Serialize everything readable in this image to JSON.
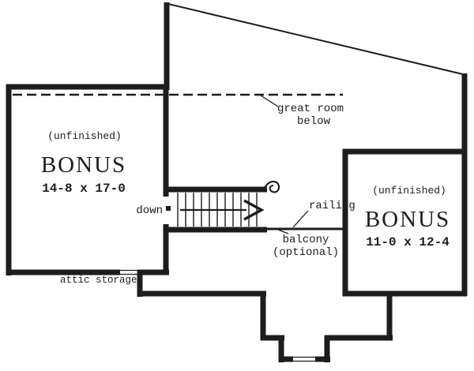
{
  "colors": {
    "ink": "#1d1d1d",
    "paper": "#ffffff"
  },
  "rooms": {
    "bonus_left": {
      "status": "(unfinished)",
      "name": "BONUS",
      "dims": "14-8 x 17-0"
    },
    "bonus_right": {
      "status": "(unfinished)",
      "name": "BONUS",
      "dims": "11-0 x 12-4"
    }
  },
  "annotations": {
    "great_room_line1": "great room",
    "great_room_line2": "below",
    "down_label": "down",
    "railing_label": "railing",
    "balcony_line1": "balcony",
    "balcony_line2": "(optional)",
    "attic_label": "attic storage"
  }
}
